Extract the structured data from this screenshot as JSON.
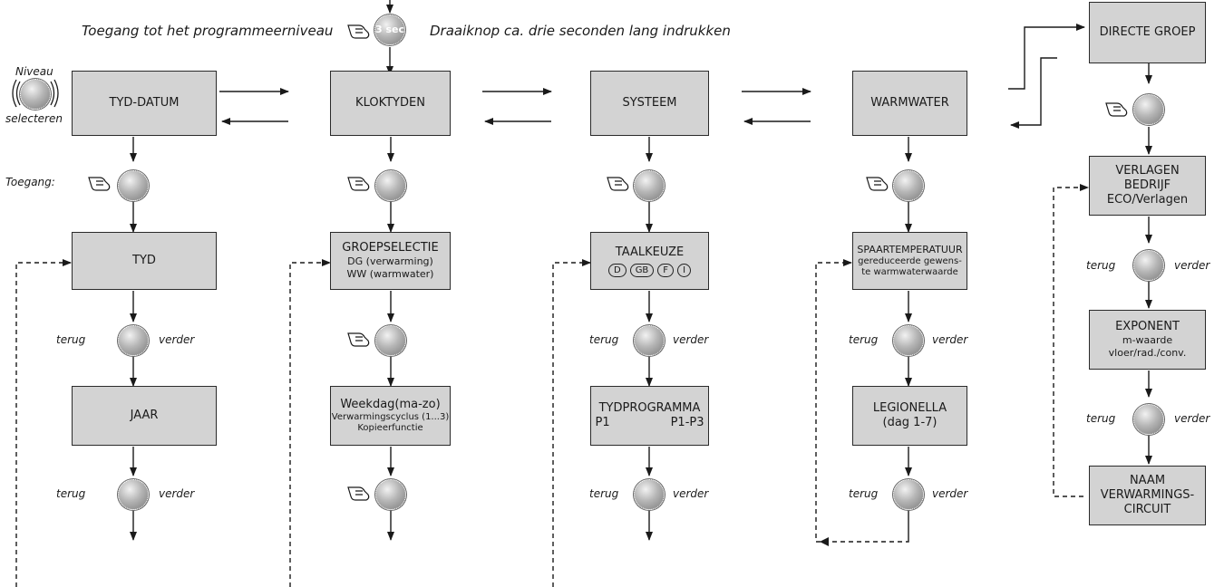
{
  "header": {
    "left_text": "Toegang tot het programmeerniveau",
    "right_text": "Draaiknop ca. drie seconden lang indrukken",
    "knob_label": "3 sec"
  },
  "side_labels": {
    "niveau": "Niveau",
    "selecteren": "selecteren",
    "toegang": "Toegang:"
  },
  "nav": {
    "back": "terug",
    "forward": "verder"
  },
  "columns": {
    "tyd_datum": {
      "top": "TYD-DATUM",
      "step1": "TYD",
      "step2": "JAAR"
    },
    "kloktyden": {
      "top": "KLOKTYDEN",
      "step1": [
        "GROEPSELECTIE",
        "DG (verwarming)",
        "WW (warmwater)"
      ],
      "step2": [
        "Weekdag(ma-zo)",
        "Verwarmingscyclus (1...3)",
        "Kopieerfunctie"
      ]
    },
    "systeem": {
      "top": "SYSTEEM",
      "step1_title": "TAALKEUZE",
      "languages": [
        "D",
        "GB",
        "F",
        "I"
      ],
      "step2_title": "TYDPROGRAMMA",
      "step2_left": "P1",
      "step2_right": "P1-P3"
    },
    "warmwater": {
      "top": "WARMWATER",
      "step1": [
        "SPAARTEMPERATUUR",
        "gereduceerde gewens-",
        "te warmwaterwaarde"
      ],
      "step2": [
        "LEGIONELLA",
        "(dag 1-7)"
      ]
    },
    "directe_groep": {
      "top": "DIRECTE GROEP",
      "step1": [
        "VERLAGEN",
        "BEDRIJF",
        "ECO/Verlagen"
      ],
      "step2": [
        "EXPONENT",
        "m-waarde",
        "vloer/rad./conv."
      ],
      "step3": [
        "NAAM",
        "VERWARMINGS-",
        "CIRCUIT"
      ]
    }
  },
  "colors": {
    "box_fill": "#d3d3d3",
    "line": "#1a1a1a"
  }
}
